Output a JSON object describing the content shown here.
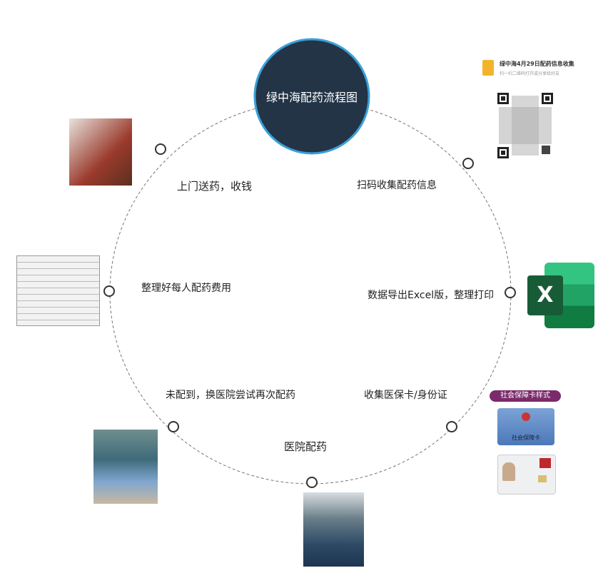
{
  "title": "绿中海配药流程图",
  "steps": [
    {
      "label": "扫码收集配药信息"
    },
    {
      "label": "数据导出Excel版，整理打印"
    },
    {
      "label": "收集医保卡/身份证"
    },
    {
      "label": "医院配药"
    },
    {
      "label": "未配到，换医院尝试再次配药"
    },
    {
      "label": "整理好每人配药费用"
    },
    {
      "label": "上门送药，收钱"
    }
  ],
  "qr_form": {
    "title": "绿中海4月29日配药信息收集",
    "subtitle": "扫一扫二维码打开或分享给好友"
  },
  "excel_icon": {
    "letter": "X"
  },
  "card_sample": {
    "title": "社会保障卡样式",
    "card_name": "社会保障卡"
  },
  "colors": {
    "center_fill": "#233447",
    "center_ring": "#3aa0d8",
    "excel_green": "#1e7145"
  }
}
